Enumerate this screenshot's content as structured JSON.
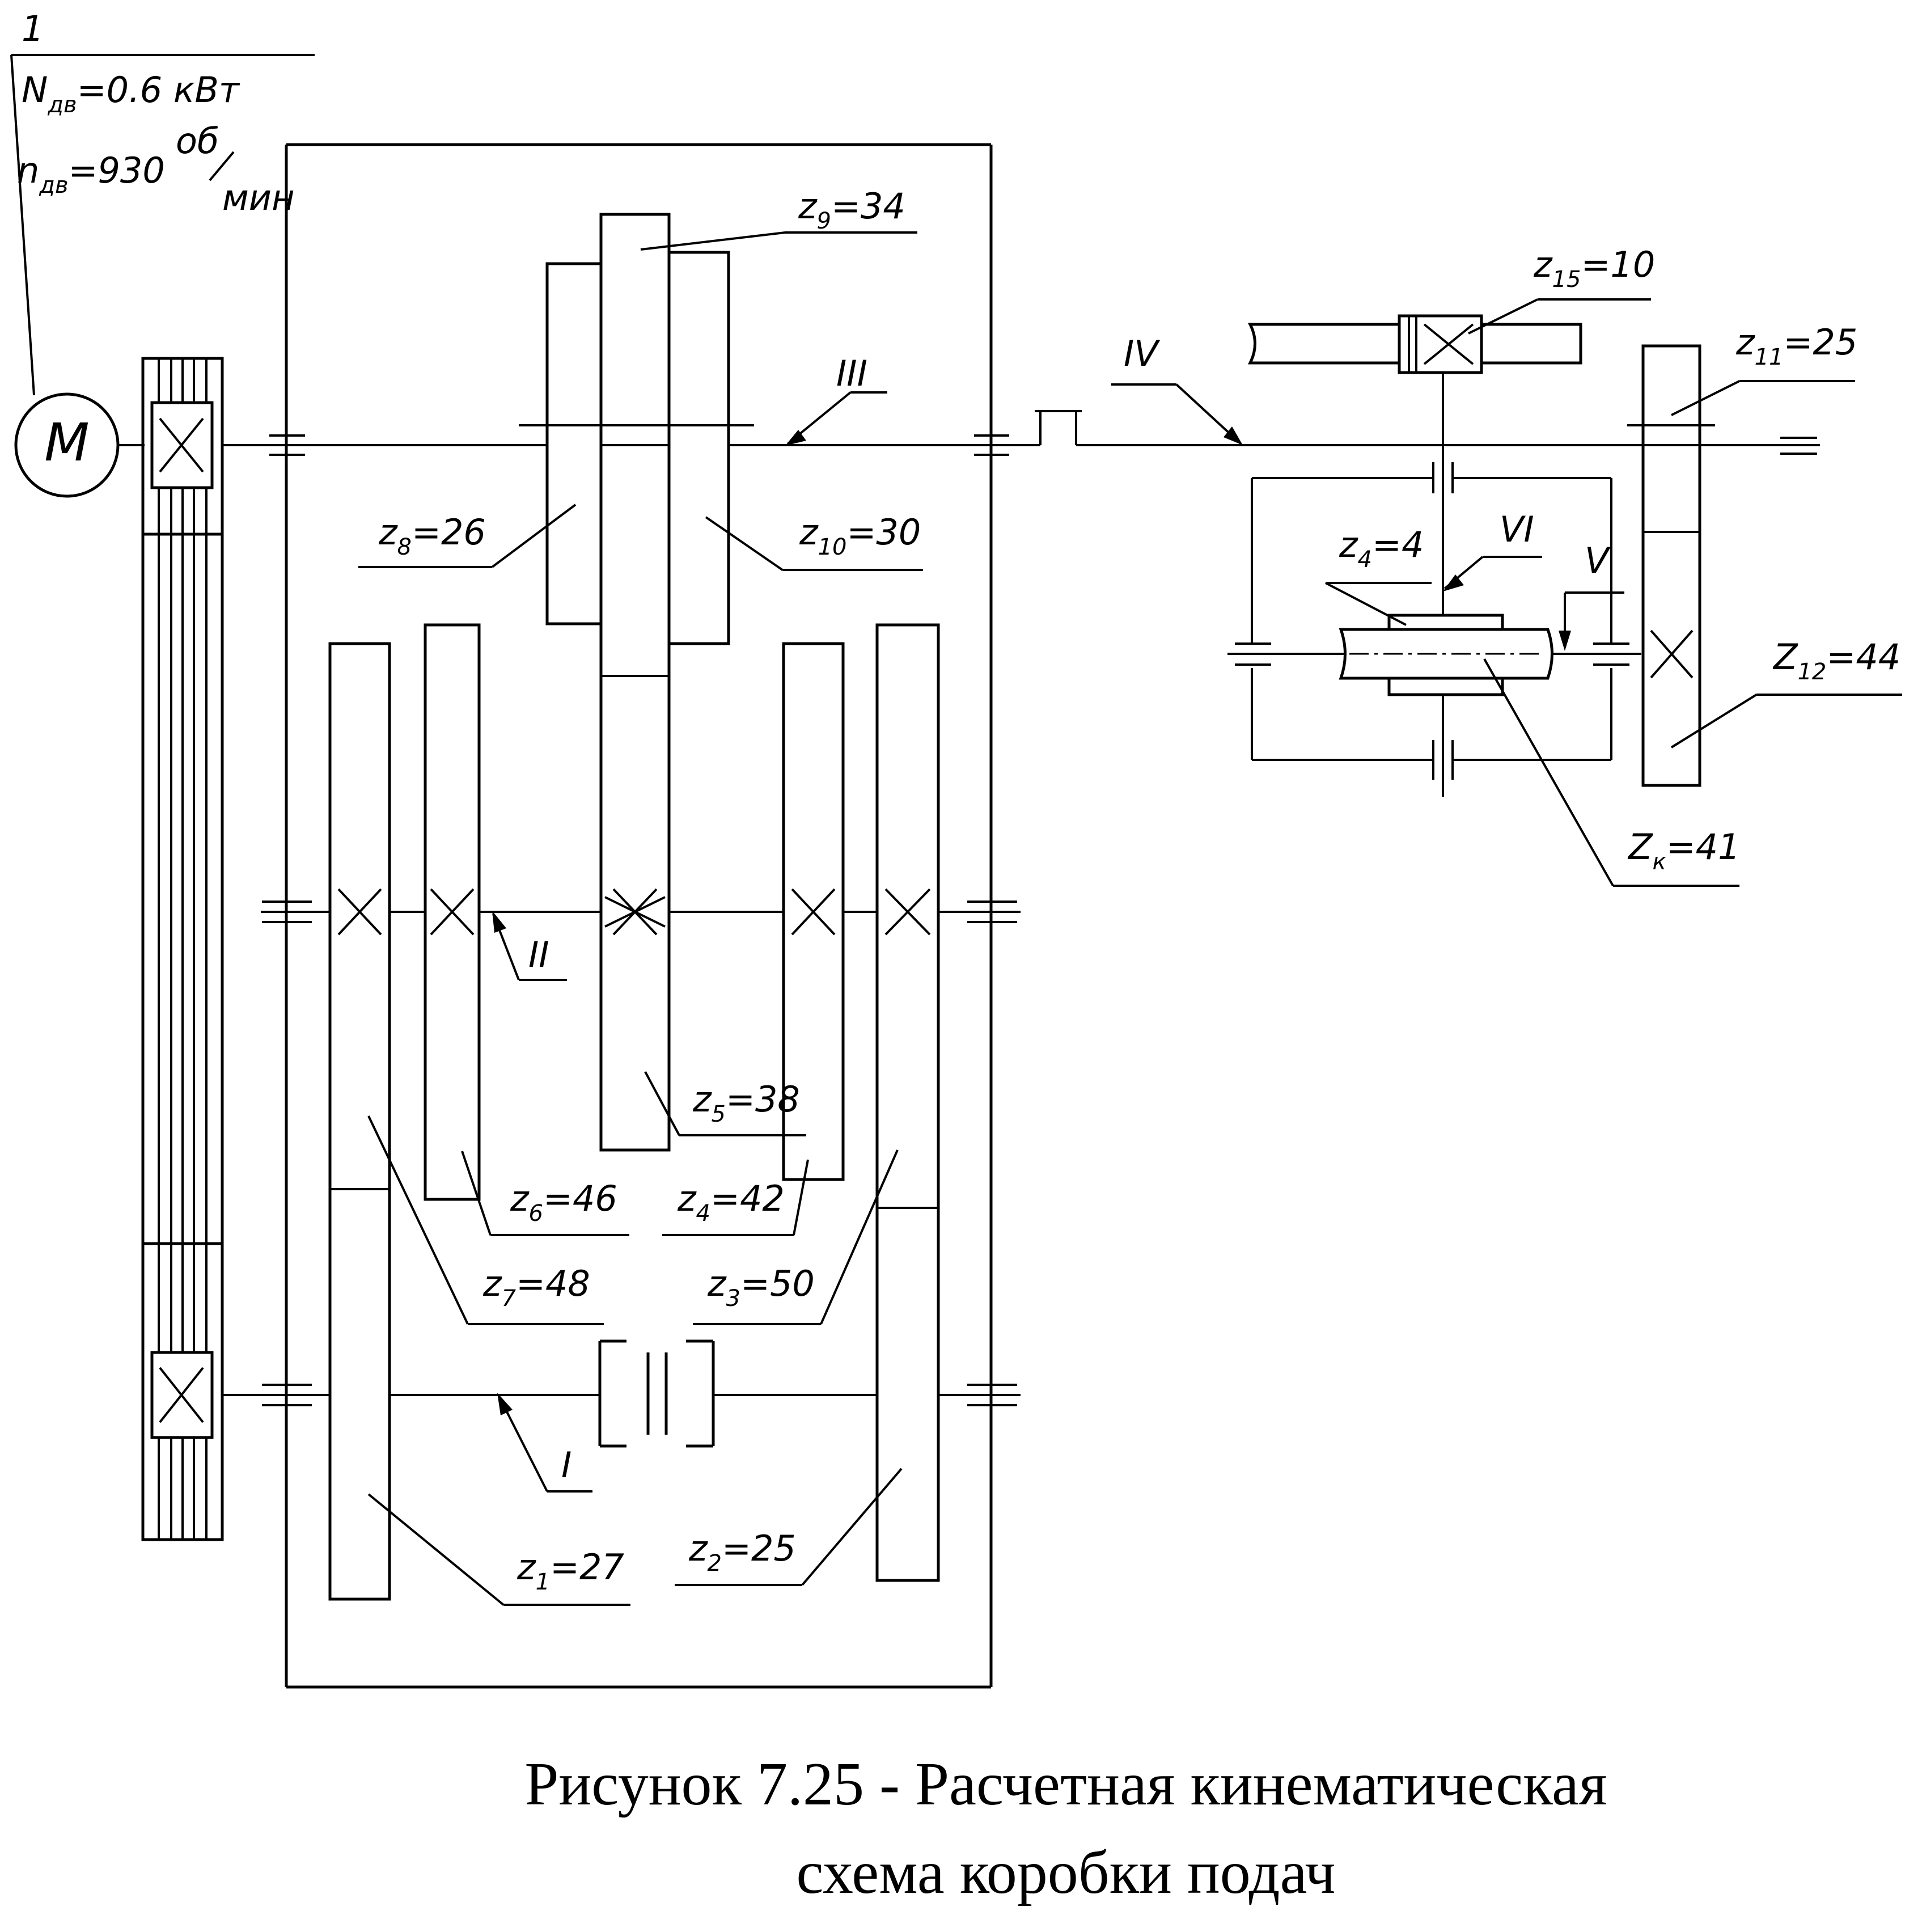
{
  "motor": {
    "symbol": "M",
    "callout_number": "1",
    "power": {
      "base": "N",
      "sub": "дв",
      "value": "=0.6 кВт"
    },
    "speed": {
      "base": "n",
      "sub": "дв",
      "value": "=930",
      "unit_top": "об",
      "unit_bottom": "мин"
    }
  },
  "shafts": {
    "I": "I",
    "II": "II",
    "III": "III",
    "IV": "IV",
    "V": "V",
    "VI": "VI"
  },
  "gears": {
    "z1": {
      "base": "z",
      "sub": "1",
      "value": "=27"
    },
    "z2": {
      "base": "z",
      "sub": "2",
      "value": "=25"
    },
    "z3": {
      "base": "z",
      "sub": "3",
      "value": "=50"
    },
    "z4": {
      "base": "z",
      "sub": "4",
      "value": "=42"
    },
    "z5": {
      "base": "z",
      "sub": "5",
      "value": "=38"
    },
    "z6": {
      "base": "z",
      "sub": "6",
      "value": "=46"
    },
    "z7": {
      "base": "z",
      "sub": "7",
      "value": "=48"
    },
    "z8": {
      "base": "z",
      "sub": "8",
      "value": "=26"
    },
    "z9": {
      "base": "z",
      "sub": "9",
      "value": "=34"
    },
    "z10": {
      "base": "z",
      "sub": "10",
      "value": "=30"
    },
    "z11": {
      "base": "z",
      "sub": "11",
      "value": "=25"
    },
    "z12": {
      "base": "Z",
      "sub": "12",
      "value": "=44"
    },
    "z15": {
      "base": "z",
      "sub": "15",
      "value": "=10"
    },
    "worm": {
      "base": "z",
      "sub": "4",
      "value": "=4"
    },
    "zk": {
      "base": "Z",
      "sub": "к",
      "value": "=41"
    }
  },
  "caption": {
    "line1": "Рисунок 7.25 - Расчетная кинематическая",
    "line2": "схема коробки подач"
  }
}
